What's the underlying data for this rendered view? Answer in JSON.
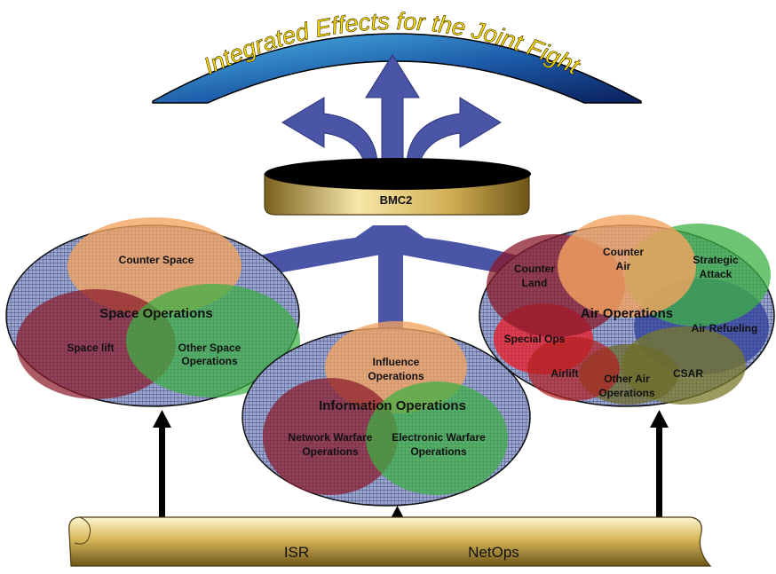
{
  "banner": {
    "title": "Integrated Effects for the Joint Fight"
  },
  "hub": {
    "label": "BMC2"
  },
  "space": {
    "title": "Space Operations",
    "counter": "Counter Space",
    "lift": "Space lift",
    "other_line1": "Other Space",
    "other_line2": "Operations"
  },
  "info": {
    "title": "Information Operations",
    "influence_line1": "Influence",
    "influence_line2": "Operations",
    "network_line1": "Network Warfare",
    "network_line2": "Operations",
    "electronic_line1": "Electronic Warfare",
    "electronic_line2": "Operations"
  },
  "air": {
    "title": "Air Operations",
    "counter_land_line1": "Counter",
    "counter_land_line2": "Land",
    "counter_air_line1": "Counter",
    "counter_air_line2": "Air",
    "strategic_line1": "Strategic",
    "strategic_line2": "Attack",
    "refueling": "Air Refueling",
    "special": "Special Ops",
    "airlift": "Airlift",
    "other_line1": "Other Air",
    "other_line2": "Operations",
    "csar": "CSAR"
  },
  "foundation": {
    "left": "ISR",
    "right": "NetOps"
  },
  "colors": {
    "orange": "#F4A460",
    "dark_red": "#8B1A2B",
    "green": "#3CB043",
    "red": "#E8202A",
    "blue": "#2E3D9A",
    "olive": "#7A7A2A",
    "arrow_blue": "#4A55A8",
    "gold": "#D8B85A"
  }
}
